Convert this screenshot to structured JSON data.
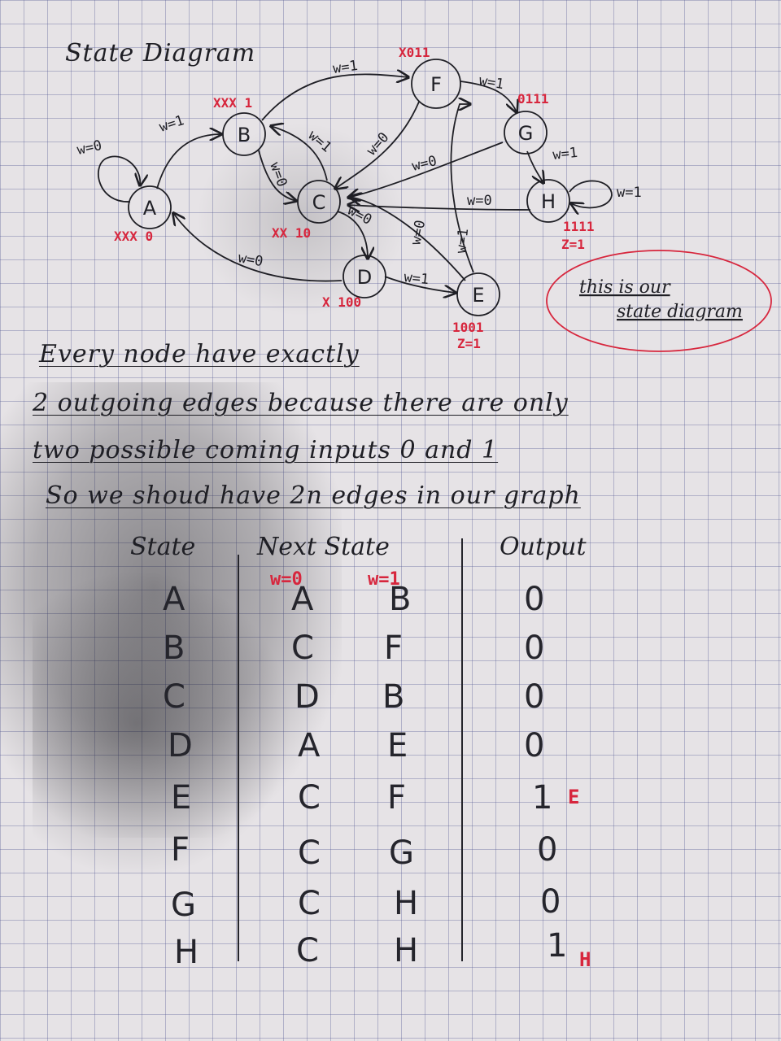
{
  "title": "State Diagram",
  "nodes": [
    {
      "id": "A",
      "code": "XXX 0"
    },
    {
      "id": "B",
      "code": "XXX 1"
    },
    {
      "id": "C",
      "code": "XX 10"
    },
    {
      "id": "D",
      "code": "X 100"
    },
    {
      "id": "E",
      "code": "1001",
      "output": "Z=1"
    },
    {
      "id": "F",
      "code": "X011"
    },
    {
      "id": "G",
      "code": "0111"
    },
    {
      "id": "H",
      "code": "1111",
      "output": "Z=1"
    }
  ],
  "edges": [
    {
      "from": "A",
      "to": "A",
      "label": "w=0"
    },
    {
      "from": "A",
      "to": "B",
      "label": "w=1"
    },
    {
      "from": "B",
      "to": "F",
      "label": "w=1"
    },
    {
      "from": "B",
      "to": "C",
      "label": "w=0"
    },
    {
      "from": "C",
      "to": "B",
      "label": "w=1"
    },
    {
      "from": "C",
      "to": "D",
      "label": "w=0"
    },
    {
      "from": "D",
      "to": "A",
      "label": "w=0"
    },
    {
      "from": "D",
      "to": "E",
      "label": "w=1"
    },
    {
      "from": "E",
      "to": "C",
      "label": "w=0"
    },
    {
      "from": "E",
      "to": "F",
      "label": "w=1"
    },
    {
      "from": "F",
      "to": "C",
      "label": "w=0"
    },
    {
      "from": "F",
      "to": "G",
      "label": "w=1"
    },
    {
      "from": "G",
      "to": "C",
      "label": "w=0"
    },
    {
      "from": "G",
      "to": "H",
      "label": "w=1"
    },
    {
      "from": "H",
      "to": "C",
      "label": "w=0"
    },
    {
      "from": "H",
      "to": "H",
      "label": "w=1"
    }
  ],
  "bubble": {
    "line1": "this is our",
    "line2": "state diagram"
  },
  "notes": [
    "Every node have exactly",
    "2 outgoing edges because there are only",
    "two possible coming inputs  0 and 1",
    "So we shoud have 2n edges in our graph"
  ],
  "table": {
    "headers": {
      "state": "State",
      "next": "Next State",
      "output": "Output",
      "w0": "w=0",
      "w1": "w=1"
    },
    "rows": [
      {
        "state": "A",
        "w0": "A",
        "w1": "B",
        "out": "0",
        "mark": ""
      },
      {
        "state": "B",
        "w0": "C",
        "w1": "F",
        "out": "0",
        "mark": ""
      },
      {
        "state": "C",
        "w0": "D",
        "w1": "B",
        "out": "0",
        "mark": ""
      },
      {
        "state": "D",
        "w0": "A",
        "w1": "E",
        "out": "0",
        "mark": ""
      },
      {
        "state": "E",
        "w0": "C",
        "w1": "F",
        "out": "1",
        "mark": "E"
      },
      {
        "state": "F",
        "w0": "C",
        "w1": "G",
        "out": "0",
        "mark": ""
      },
      {
        "state": "G",
        "w0": "C",
        "w1": "H",
        "out": "0",
        "mark": ""
      },
      {
        "state": "H",
        "w0": "C",
        "w1": "H",
        "out": "1",
        "mark": "H"
      }
    ]
  },
  "colors": {
    "ink": "#1f1f25",
    "red_ink": "#d7263d",
    "paper": "#e6e3e6",
    "grid": "#5a5f96"
  }
}
